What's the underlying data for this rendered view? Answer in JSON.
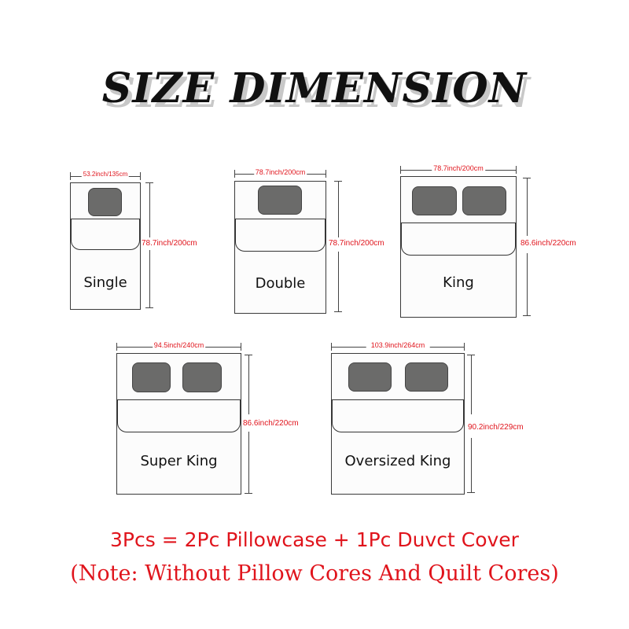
{
  "title": "SIZE DIMENSION",
  "colors": {
    "dimension_text": "#e0141c",
    "pillow": "#6b6b6a",
    "outline": "#3a3a3a",
    "title_shadow": "#c8c8c8"
  },
  "beds": [
    {
      "name": "Single",
      "width_label": "53.2inch/135cm",
      "length_label": "78.7inch/200cm",
      "pillows": 1
    },
    {
      "name": "Double",
      "width_label": "78.7inch/200cm",
      "length_label": "78.7inch/200cm",
      "pillows": 1
    },
    {
      "name": "King",
      "width_label": "78.7inch/200cm",
      "length_label": "86.6inch/220cm",
      "pillows": 2
    },
    {
      "name": "Super King",
      "width_label": "94.5inch/240cm",
      "length_label": "86.6inch/220cm",
      "pillows": 2
    },
    {
      "name": "Oversized King",
      "width_label": "103.9inch/264cm",
      "length_label": "90.2inch/229cm",
      "pillows": 2
    }
  ],
  "footer": {
    "contents": "3Pcs = 2Pc Pillowcase + 1Pc Duvct Cover",
    "note": "(Note: Without Pillow Cores And Quilt Cores)"
  }
}
